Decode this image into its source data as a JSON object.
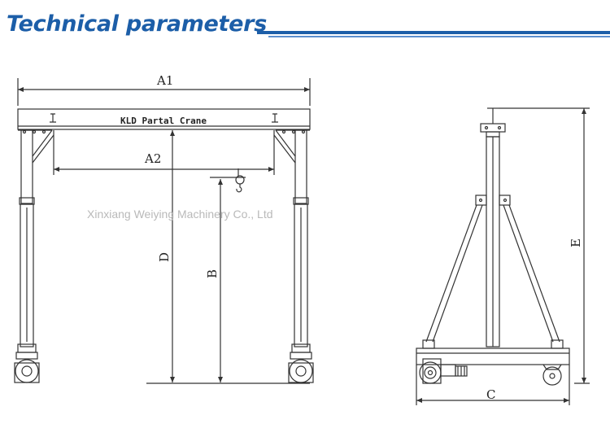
{
  "header": {
    "title": "Technical parameters",
    "accent_color": "#1c5ea8"
  },
  "front_view": {
    "beam_label": "KLD Partal Crane",
    "dimensions": {
      "a1": "A1",
      "a2": "A2",
      "b": "B",
      "d": "D"
    }
  },
  "side_view": {
    "dimensions": {
      "c": "C",
      "e": "E"
    }
  },
  "watermark": "Xinxiang Weiying Machinery Co., Ltd"
}
